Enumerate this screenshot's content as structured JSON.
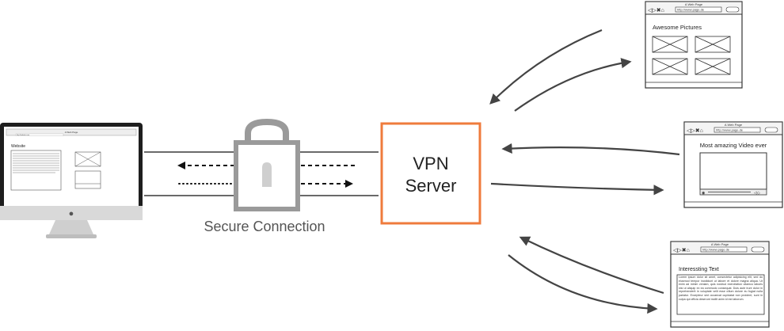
{
  "connection": {
    "label": "Secure Connection"
  },
  "vpn_server": {
    "line1": "VPN",
    "line2": "Server",
    "border_color": "#ef7b3c"
  },
  "lock": {
    "color": "#9a9a9a"
  },
  "computer": {
    "page_heading": "Website",
    "url": "http://website.com",
    "tab_title": "A Web Page"
  },
  "browsers": [
    {
      "tab_title": "A Web Page",
      "url": "http://www.page.de",
      "heading": "Awesome Pictures"
    },
    {
      "tab_title": "A Web Page",
      "url": "http://www.page.de",
      "heading": "Most amazing Video ever"
    },
    {
      "tab_title": "A Web Page",
      "url": "http://www.page.de",
      "heading": "Interessting Text",
      "body_text": "Lorem ipsum dolor sit amet, consectetur adipisicing elit, sed do eiusmod tempor incididunt ut labore et dolore magna aliqua. Ut enim ad minim veniam, quis nostrud exercitation ullamco laboris nisi ut aliquip ex ea commodo consequat. Duis aute irure dolor in reprehenderit in voluptate velit esse cillum dolore eu fugiat nulla pariatur. Excepteur sint occaecat cupidatat non proident, sunt in culpa qui officia deserunt mollit anim id est laborum."
    }
  ],
  "colors": {
    "arrow": "#444444",
    "sketch": "#333333",
    "tunnel": "#111111"
  }
}
